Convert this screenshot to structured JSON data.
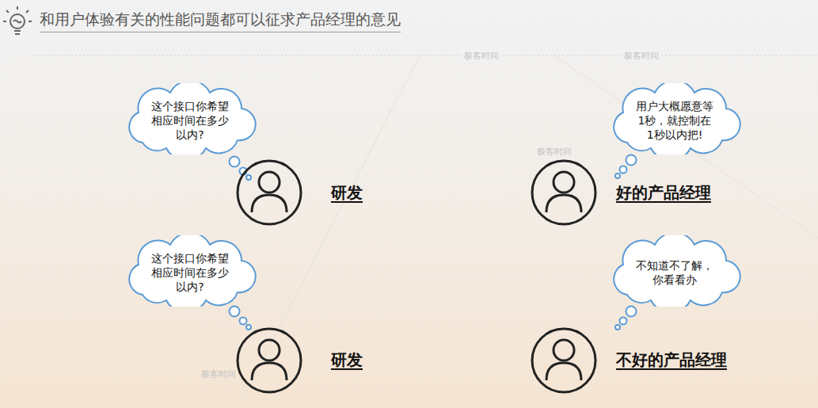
{
  "diagram": {
    "title": "和用户体验有关的性能问题都可以征求产品经理的意见",
    "nodes": [
      {
        "text": [
          "这个接口你希望相应时间在多少以内?"
        ]
      },
      {
        "text": [
          "用户大概愿意等1秒，就控制在1秒以内把!"
        ]
      },
      {
        "text": [
          "这个接口你希望相应时间在多少以内?"
        ]
      },
      {
        "text": [
          "不知道不了解，你看看办"
        ]
      }
    ],
    "labels": [
      "研发",
      "好的产品经理",
      "研发",
      "不好的产品经理",
      "极客时间",
      "极客时间",
      "极客时间",
      "极客时间"
    ]
  }
}
